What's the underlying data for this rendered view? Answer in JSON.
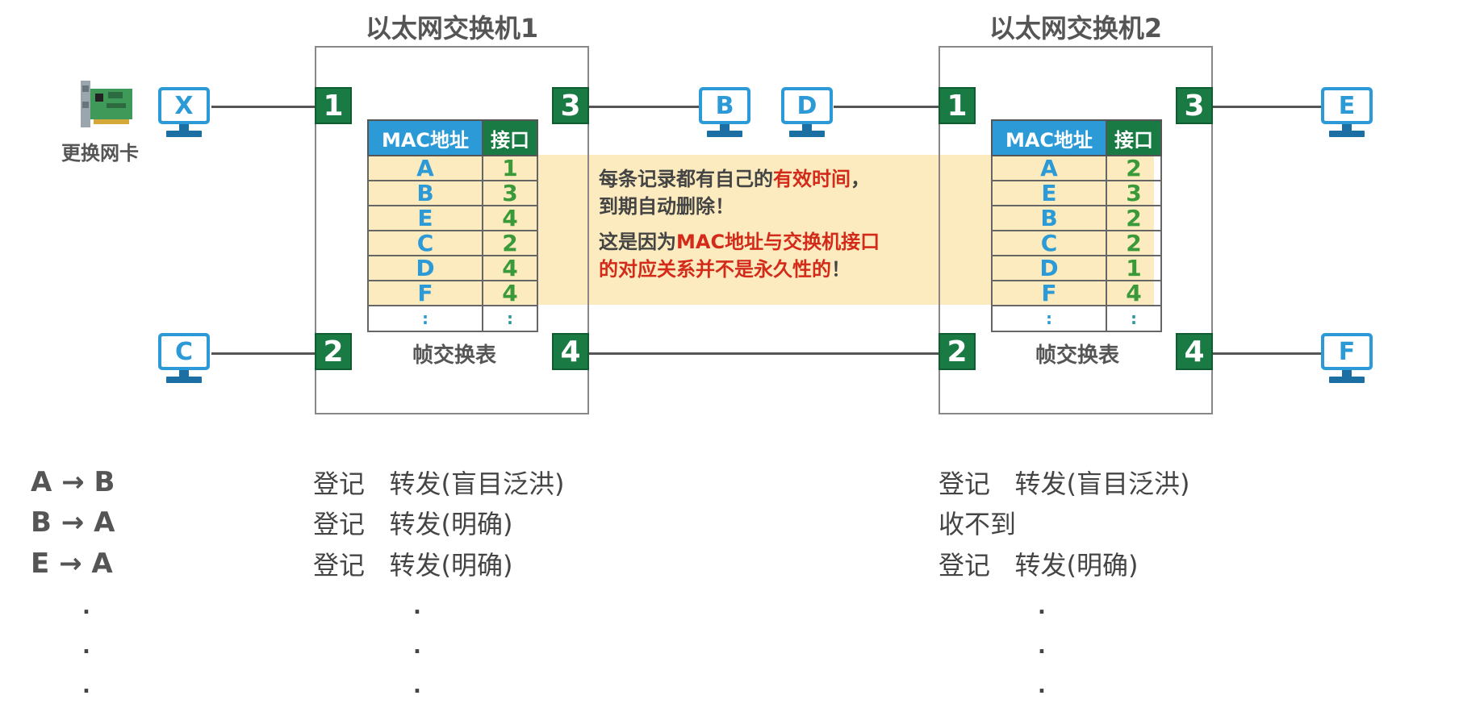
{
  "switch1": {
    "title": "以太网交换机1",
    "ports": [
      "1",
      "2",
      "3",
      "4"
    ],
    "table_caption": "帧交换表",
    "table": {
      "headers": [
        "MAC地址",
        "接口"
      ],
      "rows": [
        [
          "A",
          "1"
        ],
        [
          "B",
          "3"
        ],
        [
          "E",
          "4"
        ],
        [
          "C",
          "2"
        ],
        [
          "D",
          "4"
        ],
        [
          "F",
          "4"
        ]
      ],
      "ellipsis": [
        ":",
        ":"
      ]
    }
  },
  "switch2": {
    "title": "以太网交换机2",
    "ports": [
      "1",
      "2",
      "3",
      "4"
    ],
    "table_caption": "帧交换表",
    "table": {
      "headers": [
        "MAC地址",
        "接口"
      ],
      "rows": [
        [
          "A",
          "2"
        ],
        [
          "E",
          "3"
        ],
        [
          "B",
          "2"
        ],
        [
          "C",
          "2"
        ],
        [
          "D",
          "1"
        ],
        [
          "F",
          "4"
        ]
      ],
      "ellipsis": [
        ":",
        ":"
      ]
    }
  },
  "hosts": {
    "X": "X",
    "C": "C",
    "B": "B",
    "D": "D",
    "E": "E",
    "F": "F"
  },
  "nic_label": "更换网卡",
  "note": {
    "line1_a": "每条记录都有自己的",
    "line1_b": "有效时间",
    "line1_c": "，",
    "line2": "到期自动删除！",
    "line3_a": "这是因为",
    "line3_b": "MAC地址与交换机接口",
    "line4_b": "的对应关系并不是永久性的",
    "line4_c": "！"
  },
  "frames": [
    {
      "label": "A → B",
      "sw1": "登记   转发(盲目泛洪)",
      "sw2": "登记   转发(盲目泛洪)"
    },
    {
      "label": "B → A",
      "sw1": "登记   转发(明确)",
      "sw2": "收不到"
    },
    {
      "label": "E → A",
      "sw1": "登记   转发(明确)",
      "sw2": "登记   转发(明确)"
    }
  ],
  "ellipsis_dot": ".",
  "colors": {
    "port_green": "#1a7a44",
    "mac_blue": "#2b9ad6",
    "highlight": "#fbe9b8",
    "red": "#d42a1a"
  }
}
